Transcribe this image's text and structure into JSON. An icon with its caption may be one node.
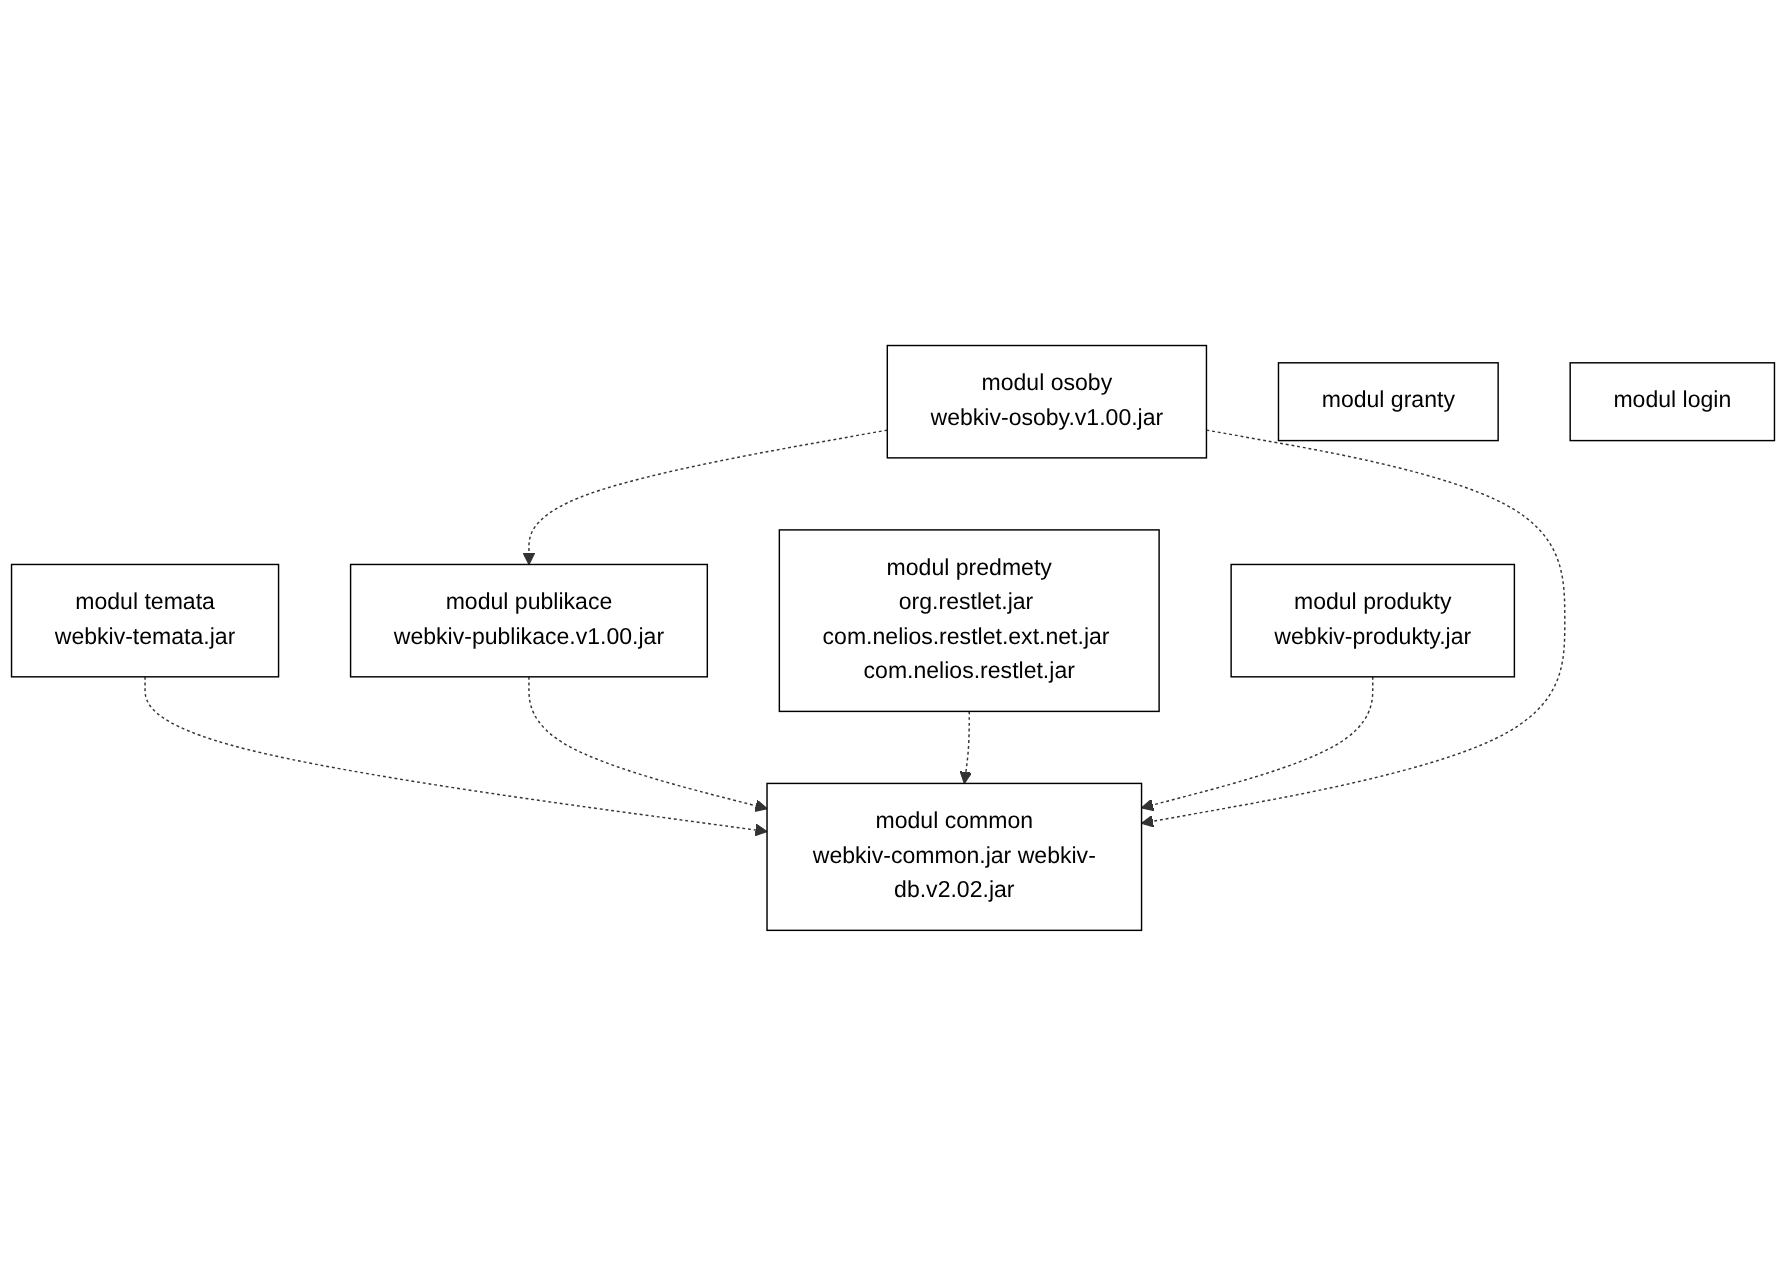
{
  "diagram": {
    "nodes": [
      {
        "text": [
          "modul temata",
          "webkiv-temata.jar"
        ]
      },
      {
        "text": [
          "modul publikace",
          "webkiv-publikace.v1.00.jar"
        ]
      },
      {
        "text": [
          "modul predmety",
          "org.restlet.jar com.nelios.restlet.ext.net.jar com.nelios.restlet.jar"
        ]
      },
      {
        "text": [
          "modul common",
          "webkiv-common.jar webkiv-db.v2.02.jar"
        ]
      },
      {
        "text": [
          "modul produkty",
          "webkiv-produkty.jar"
        ]
      },
      {
        "text": [
          "modul osoby",
          "webkiv-osoby.v1.00.jar"
        ]
      },
      {
        "text": [
          "modul granty"
        ]
      },
      {
        "text": [
          "modul login"
        ]
      }
    ],
    "edges": [
      {
        "from": 0,
        "to": 3,
        "arrow": "to",
        "style": "dashed"
      },
      {
        "from": 1,
        "to": 3,
        "arrow": "to",
        "style": "dashed"
      },
      {
        "from": 2,
        "to": 3,
        "arrow": "to",
        "style": "dashed"
      },
      {
        "from": 4,
        "to": 3,
        "arrow": "to",
        "style": "dashed"
      },
      {
        "from": 5,
        "to": 3,
        "arrow": "to",
        "style": "dashed"
      },
      {
        "from": 5,
        "to": 1,
        "arrow": "to",
        "style": "dashed"
      }
    ]
  }
}
